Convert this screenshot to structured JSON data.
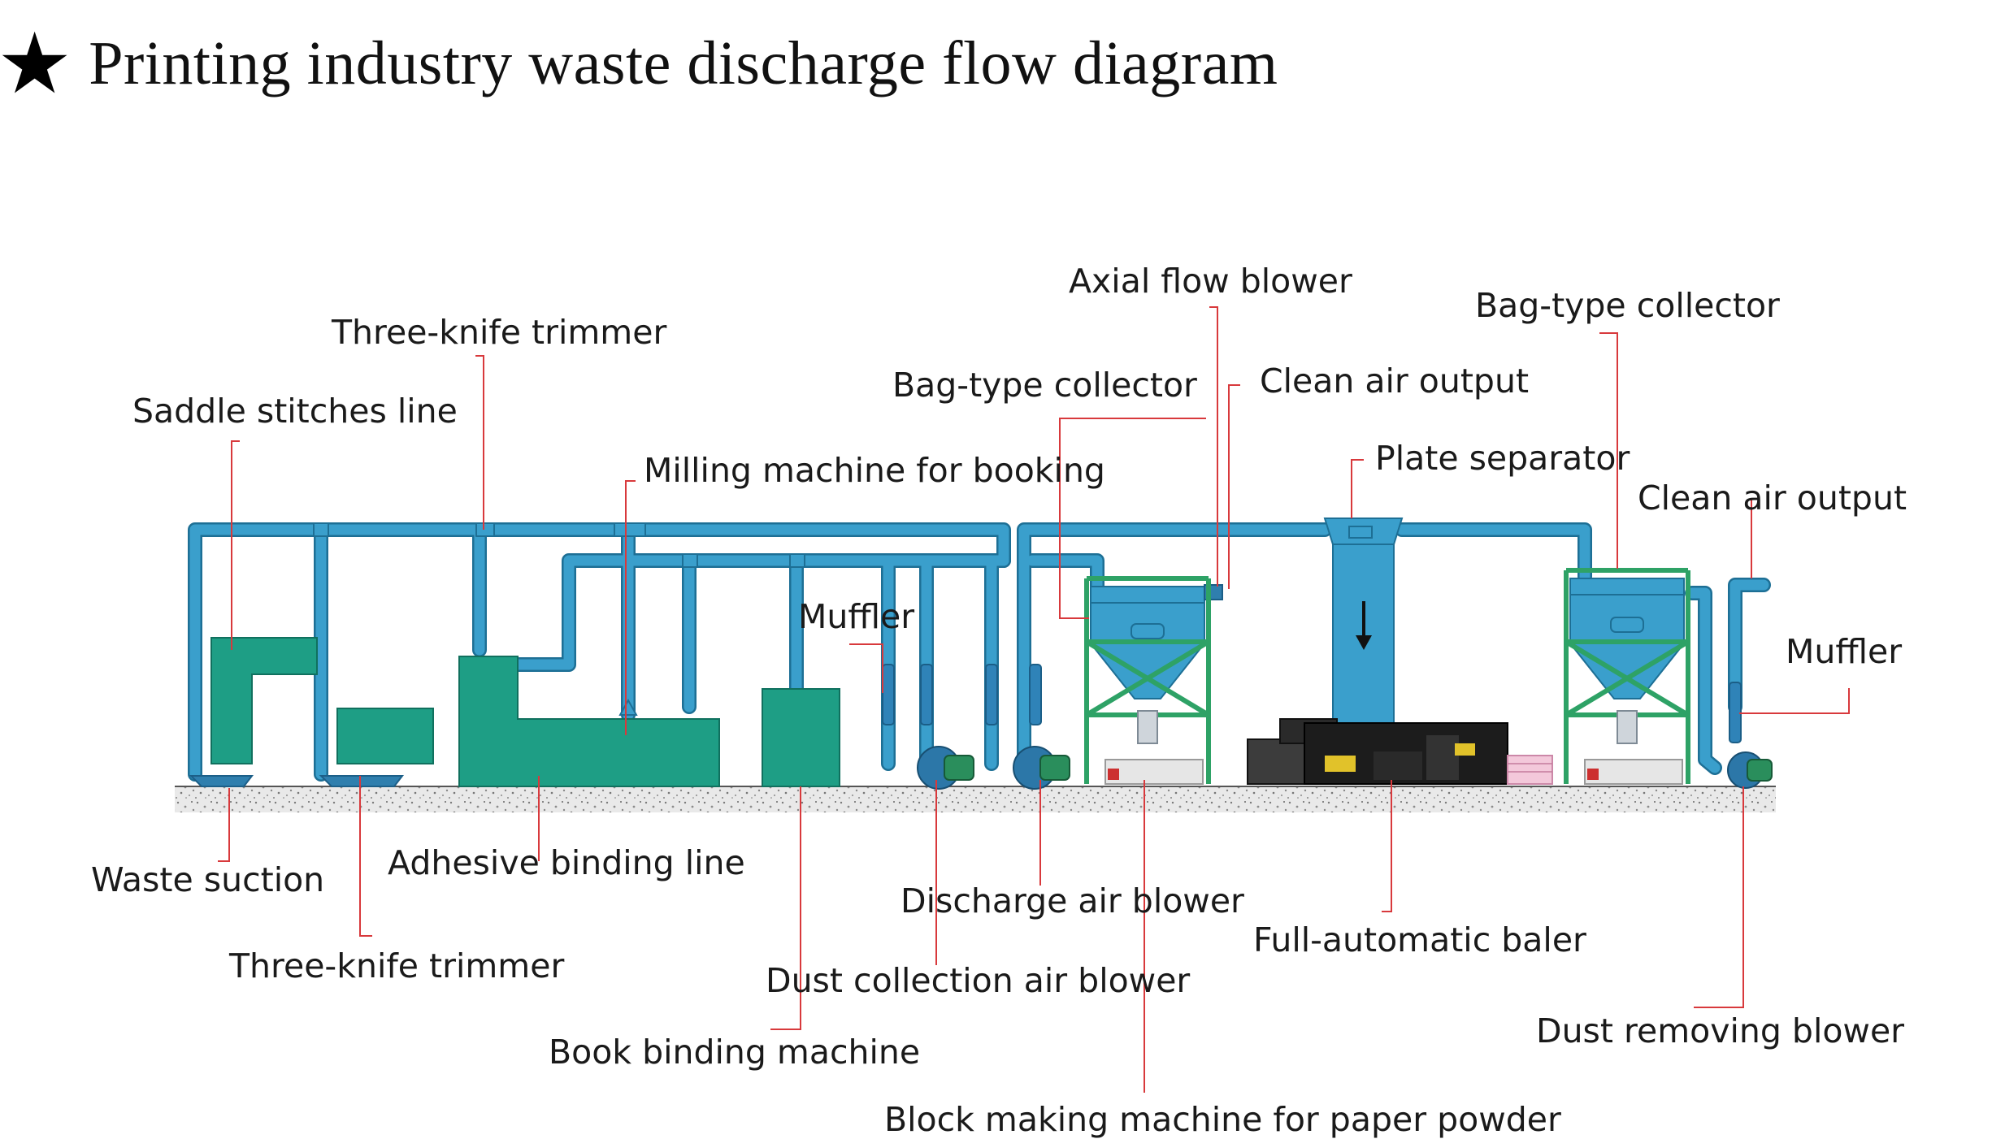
{
  "title": "Printing industry waste discharge flow diagram",
  "title_icon": "star-icon",
  "colors": {
    "pipe": "#3a9fcc",
    "machine": "#1e9e85",
    "leader": "#d8393c",
    "frame": "#2ea266",
    "ground": "#9a9a9a"
  },
  "labels": {
    "saddle": "Saddle stitches line",
    "trimmer_top": "Three-knife trimmer",
    "milling": "Milling machine for booking",
    "bag_left": "Bag-type collector",
    "axial": "Axial flow blower",
    "clean_left": "Clean air output",
    "plate": "Plate separator",
    "bag_right": "Bag-type collector",
    "clean_right": "Clean air output",
    "muffler_left": "Muffler",
    "muffler_right": "Muffler",
    "waste_suction": "Waste suction",
    "adhesive": "Adhesive binding line",
    "trimmer_bottom": "Three-knife trimmer",
    "book_binding": "Book binding machine",
    "discharge": "Discharge air blower",
    "dust_collection": "Dust collection air blower",
    "baler": "Full-automatic baler",
    "block_making": "Block making machine for paper powder",
    "dust_removing": "Dust removing blower"
  }
}
